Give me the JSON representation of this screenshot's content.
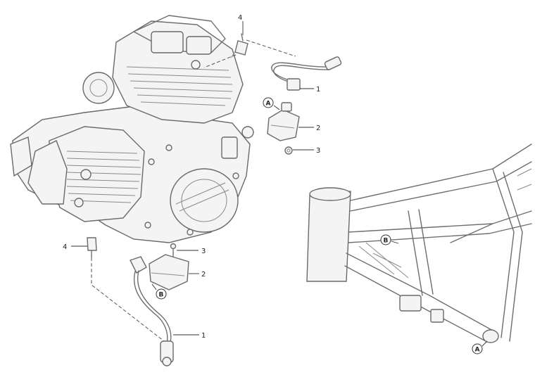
{
  "callouts": {
    "c1_top": "1",
    "c2_top": "2",
    "c3_top": "3",
    "c4_top": "4",
    "c1_bottom": "1",
    "c2_bottom": "2",
    "c3_bottom": "3",
    "c4_bottom": "4"
  },
  "references": {
    "a_upper": "A",
    "a_frame": "A",
    "b_coil": "B",
    "b_frame": "B"
  }
}
